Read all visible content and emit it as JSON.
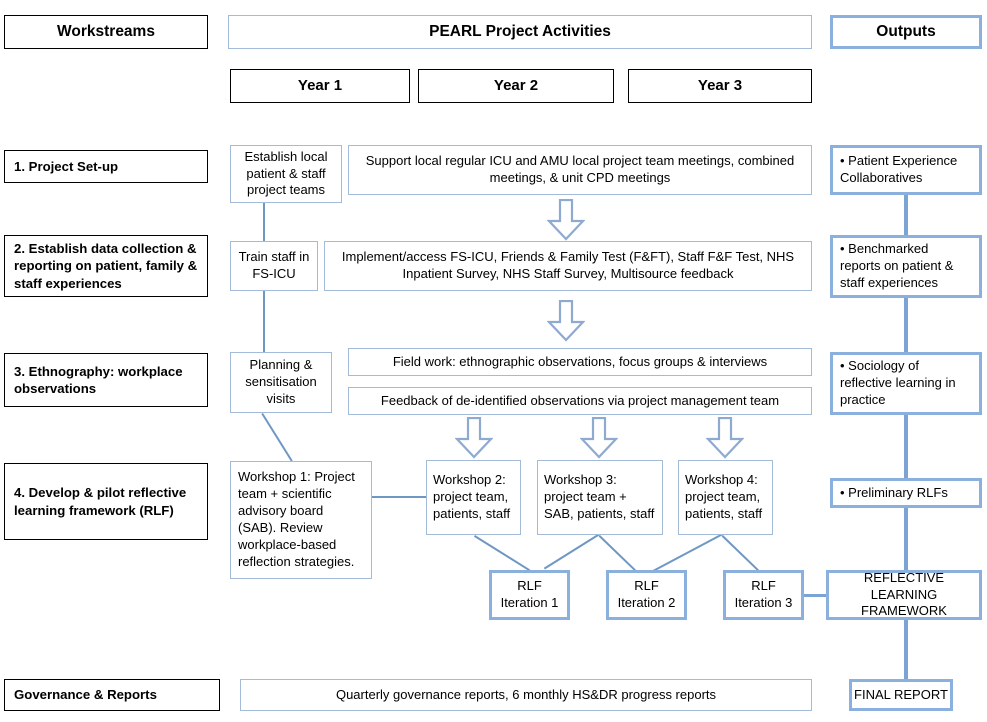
{
  "header": {
    "workstreams_label": "Workstreams",
    "activities_label": "PEARL Project Activities",
    "outputs_label": "Outputs",
    "years": [
      "Year 1",
      "Year 2",
      "Year 3"
    ]
  },
  "workstreams": [
    {
      "label": "1. Project Set-up"
    },
    {
      "label": "2. Establish data collection & reporting on patient, family & staff experiences"
    },
    {
      "label": "3. Ethnography: workplace observations"
    },
    {
      "label": "4. Develop & pilot reflective learning framework (RLF)"
    }
  ],
  "governance": {
    "label": "Governance & Reports",
    "activity": "Quarterly governance reports, 6 monthly HS&DR progress reports",
    "output": "FINAL REPORT"
  },
  "activities": {
    "establish_teams": "Establish local patient & staff project teams",
    "support_meetings": "Support local regular ICU and AMU local project team meetings, combined meetings, & unit CPD meetings",
    "train_staff": "Train staff in FS-ICU",
    "implement_measures": "Implement/access FS-ICU, Friends & Family Test (F&FT), Staff F&F Test, NHS Inpatient Survey, NHS Staff Survey, Multisource feedback",
    "planning_visits": "Planning & sensitisation visits",
    "field_work": "Field work: ethnographic observations, focus groups & interviews",
    "feedback": "Feedback of de-identified observations via project management team",
    "workshop1": "Workshop 1: Project team + scientific advisory board (SAB). Review workplace-based reflection strategies.",
    "workshop2": "Workshop 2: project team, patients, staff",
    "workshop3": "Workshop 3: project team + SAB, patients, staff",
    "workshop4": "Workshop 4: project team, patients, staff",
    "rlf1": "RLF Iteration 1",
    "rlf2": "RLF Iteration 2",
    "rlf3": "RLF Iteration 3"
  },
  "outputs": [
    {
      "label": "• Patient Experience Collaboratives"
    },
    {
      "label": "• Benchmarked reports on patient & staff experiences"
    },
    {
      "label": "• Sociology of reflective learning in practice"
    },
    {
      "label": "• Preliminary RLFs"
    },
    {
      "label": "REFLECTIVE LEARNING FRAMEWORK"
    }
  ],
  "colors": {
    "outline_black": "#000000",
    "light_blue_border": "#a3bbd8",
    "thick_blue_border": "#8cb0de",
    "connector_blue": "#6f97c4",
    "arrow_blue": "#8faad0",
    "background": "#ffffff"
  },
  "chart_data": {
    "type": "table",
    "title": "PEARL Project workstream / activity / output flow diagram"
  }
}
